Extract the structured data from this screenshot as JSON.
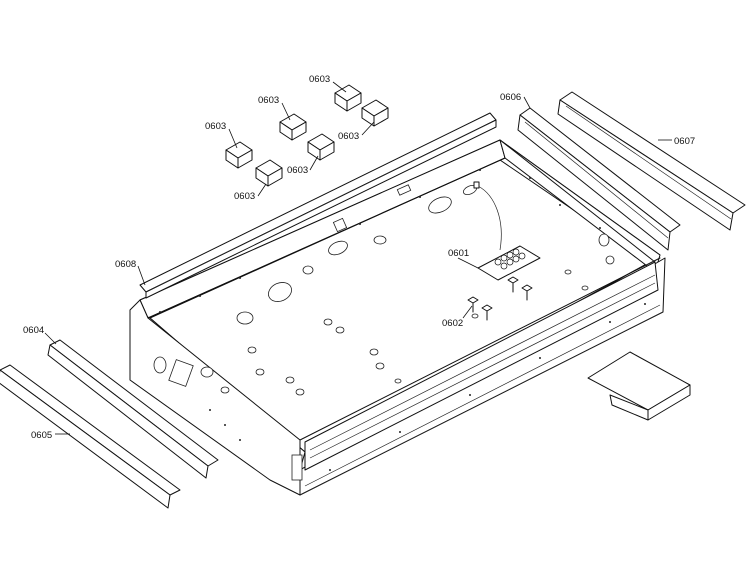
{
  "parts": [
    {
      "id": "p0601",
      "label": "0601"
    },
    {
      "id": "p0602",
      "label": "0602"
    },
    {
      "id": "p0603a",
      "label": "0603"
    },
    {
      "id": "p0603b",
      "label": "0603"
    },
    {
      "id": "p0603c",
      "label": "0603"
    },
    {
      "id": "p0603d",
      "label": "0603"
    },
    {
      "id": "p0603e",
      "label": "0603"
    },
    {
      "id": "p0603f",
      "label": "0603"
    },
    {
      "id": "p0604",
      "label": "0604"
    },
    {
      "id": "p0605",
      "label": "0605"
    },
    {
      "id": "p0606",
      "label": "0606"
    },
    {
      "id": "p0607",
      "label": "0607"
    },
    {
      "id": "p0608",
      "label": "0608"
    }
  ],
  "colors": {
    "line": "#111111",
    "background": "#ffffff"
  }
}
